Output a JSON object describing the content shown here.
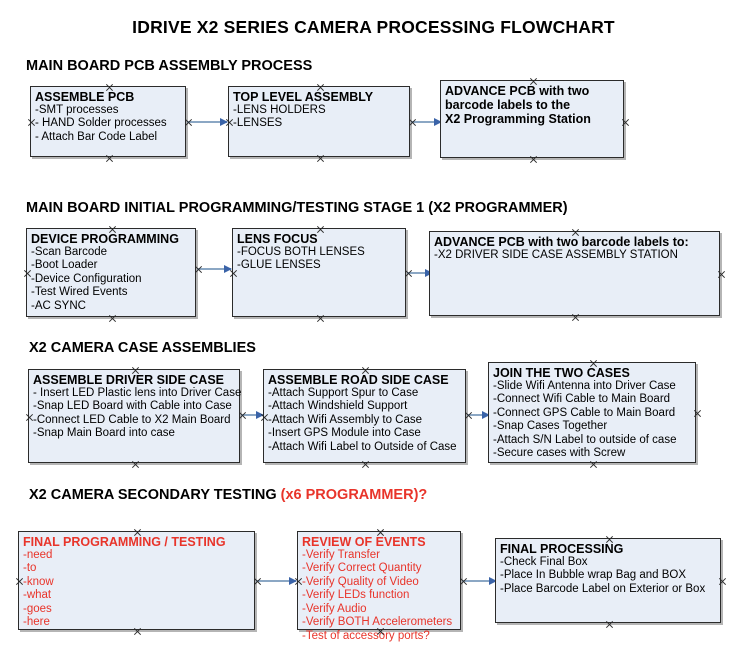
{
  "document": {
    "title": "IDRIVE X2  SERIES CAMERA PROCESSING FLOWCHART"
  },
  "colors": {
    "box_fill": "#e8eef7",
    "box_border": "#2b2b2b",
    "connector": "#8ba7c4",
    "arrow_head": "#3a63a8",
    "red_text": "#e8342a",
    "page_background": "#ffffff"
  },
  "sections": [
    {
      "heading": "MAIN BOARD PCB ASSEMBLY PROCESS",
      "heading_note": "",
      "nodes": [
        {
          "title": "ASSEMBLE PCB",
          "lines": [
            " -SMT processes",
            "- HAND Solder processes",
            "- Attach Bar Code Label"
          ]
        },
        {
          "title": "TOP LEVEL ASSEMBLY",
          "lines": [
            "-LENS HOLDERS",
            "-LENSES"
          ]
        },
        {
          "title": "ADVANCE PCB with two",
          "lines": [
            "barcode labels to the",
            " X2 Programming Station"
          ]
        }
      ]
    },
    {
      "heading": "MAIN BOARD INITIAL PROGRAMMING/TESTING STAGE 1 (X2 PROGRAMMER)",
      "heading_note": "",
      "nodes": [
        {
          "title": "DEVICE PROGRAMMING",
          "lines": [
            "-Scan Barcode",
            "-Boot Loader",
            "-Device Configuration",
            "-Test Wired Events",
            "-AC SYNC"
          ]
        },
        {
          "title": "LENS FOCUS",
          "lines": [
            "-FOCUS BOTH LENSES",
            "-GLUE LENSES"
          ]
        },
        {
          "title": "ADVANCE PCB with two barcode labels to:",
          "lines": [
            "-X2 DRIVER  SIDE  CASE  ASSEMBLY STATION"
          ]
        }
      ]
    },
    {
      "heading": "X2 CAMERA CASE ASSEMBLIES",
      "heading_note": "",
      "nodes": [
        {
          "title": "ASSEMBLE DRIVER SIDE CASE",
          "lines": [
            "- Insert LED Plastic lens into Driver Case",
            "-Snap LED Board with Cable into Case",
            "-Connect LED Cable to X2 Main Board",
            "-Snap Main Board into case"
          ]
        },
        {
          "title": "ASSEMBLE ROAD SIDE CASE",
          "lines": [
            "-Attach Support Spur to Case",
            "-Attach Windshield Support",
            "-Attach Wifi Assembly to Case",
            "-Insert GPS Module into Case",
            "-Attach Wifi Label to Outside of Case"
          ]
        },
        {
          "title": "JOIN THE TWO CASES",
          "lines": [
            "-Slide Wifi Antenna into Driver Case",
            "-Connect Wifi Cable to Main Board",
            "-Connect GPS Cable to Main Board",
            "-Snap Cases Together",
            "-Attach S/N Label to outside of case",
            "-Secure cases with Screw"
          ]
        }
      ]
    },
    {
      "heading": "X2 CAMERA SECONDARY TESTING ",
      "heading_note": "(x6 PROGRAMMER)?",
      "nodes": [
        {
          "title": "FINAL PROGRAMMING / TESTING",
          "lines": [
            "-need",
            "-to",
            "-know",
            "-what",
            "-goes",
            "-here"
          ]
        },
        {
          "title": "REVIEW OF EVENTS",
          "lines": [
            "-Verify Transfer",
            "-Verify Correct Quantity",
            "-Verify Quality of Video",
            "-Verify LEDs function",
            "-Verify Audio",
            "-Verify BOTH Accelerometers"
          ],
          "overflow_line": "-Test of accessory ports?"
        },
        {
          "title": "FINAL PROCESSING",
          "lines": [
            " -Check Final Box",
            "-Place In Bubble wrap Bag and BOX",
            "-Place Barcode Label on Exterior or Box"
          ]
        }
      ]
    }
  ]
}
